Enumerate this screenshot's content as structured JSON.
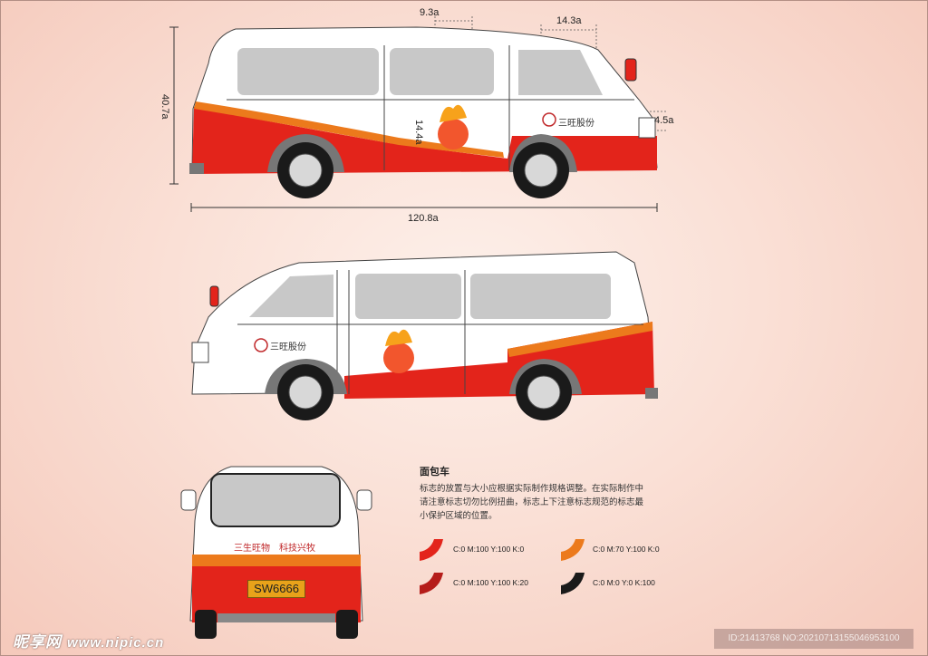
{
  "title": "面包车",
  "dimensions": {
    "height": "40.7a",
    "length": "120.8a",
    "door_logo_width": "9.3a",
    "mascot_height": "14.4a",
    "brand_logo_width": "14.3a",
    "brand_logo_height": "4.5a"
  },
  "brand": {
    "name": "三旺股份",
    "slogan": "三生旺物　科技兴牧",
    "license_plate": "SW6666"
  },
  "description": {
    "heading": "面包车",
    "body": "标志的放置与大小应根据实际制作规格调整。在实际制作中请注意标志切勿比例扭曲，标志上下注意标志规范的标志最小保护区域的位置。"
  },
  "colors": [
    {
      "name": "red",
      "hex": "#e3241b",
      "cmyk": "C:0 M:100 Y:100 K:0"
    },
    {
      "name": "orange",
      "hex": "#ec7a1c",
      "cmyk": "C:0 M:70 Y:100 K:0"
    },
    {
      "name": "dark-red",
      "hex": "#b51d1a",
      "cmyk": "C:0 M:100 Y:100 K:20"
    },
    {
      "name": "black",
      "hex": "#1a1a1a",
      "cmyk": "C:0 M:0 Y:0 K:100"
    }
  ],
  "watermark": {
    "site_name": "昵享网",
    "url": "www.nipic.cn",
    "id_text": "ID:21413768 NO:20210713155046953100"
  }
}
